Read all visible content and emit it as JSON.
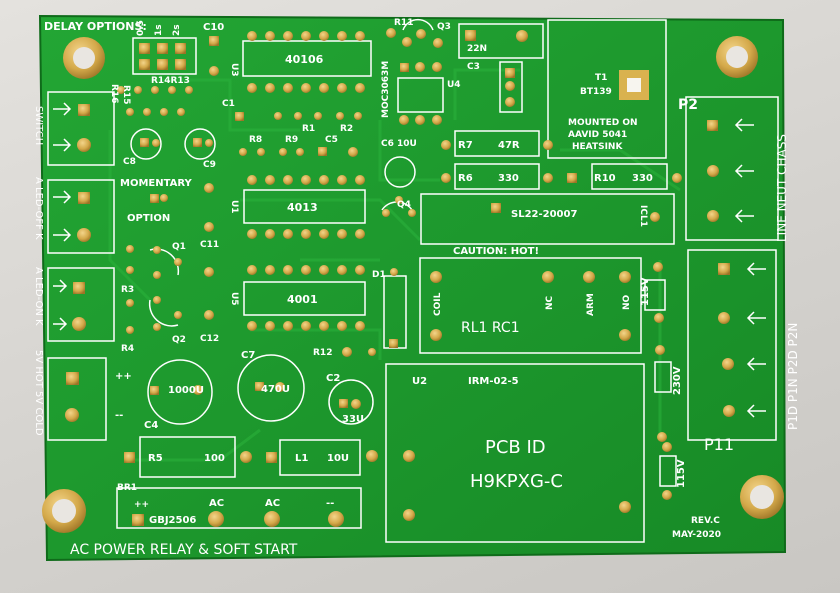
{
  "board": {
    "title": "AC POWER RELAY & SOFT START",
    "revision": "REV.C",
    "date": "MAY-2020",
    "pcb_id_line1": "PCB ID",
    "pcb_id_line2": "H9KPXG-C",
    "colors": {
      "soldermask": "#1f9a2f",
      "silkscreen": "#ffffff",
      "pads": "#d4a94a",
      "background": "#dcdad6"
    }
  },
  "delay": {
    "label": "DELAY OPTIONS:",
    "opt1": "0.5",
    "opt2": "1s",
    "opt3": "2s"
  },
  "refs": {
    "r16": "R16",
    "r15": "R15",
    "r14r13": "R14R13",
    "c10": "C10",
    "r11": "R11",
    "q3": "Q3",
    "u3": "U3",
    "ic_u3": "40106",
    "u4": "U4",
    "moc": "MOC3063M",
    "c3": "C3",
    "c3val": "22N",
    "t1": "T1",
    "t1part": "BT139",
    "heatsink1": "MOUNTED ON",
    "heatsink2": "AAVID 5041",
    "heatsink3": "HEATSINK",
    "p2": "P2",
    "chassis": "LINE NEUT CHASS",
    "c1": "C1",
    "r1": "R1",
    "r2": "R2",
    "r8": "R8",
    "r9": "R9",
    "c5": "C5",
    "c6": "C6 10U",
    "r7": "R7",
    "r7val": "47R",
    "r6": "R6",
    "r6val": "330",
    "r10": "R10",
    "r10val": "330",
    "c8": "C8",
    "c9": "C9",
    "switch": "SWITCH",
    "momentary": "MOMENTARY",
    "option": "OPTION",
    "u1": "U1",
    "ic_u1": "4013",
    "q4": "Q4",
    "icl": "SL22-20007",
    "icl1": "ICL1",
    "caution": "CAUTION: HOT!",
    "ledoff": "A LED-OFF K",
    "ledon": "A LED-ON K",
    "c11": "C11",
    "q1": "Q1",
    "r3": "R3",
    "r4": "R4",
    "q2": "Q2",
    "c12": "C12",
    "u5": "U5",
    "ic_u5": "4001",
    "d1": "D1",
    "coil": "COIL",
    "relay": "RL1 RC1",
    "nc": "NC",
    "arm": "ARM",
    "no": "NO",
    "v115a": "115V",
    "v230": "230V",
    "v115b": "115V",
    "p11": "P11",
    "ppins": "P1D P1N P2D P2N",
    "supply": "5V HOT 5V COLD",
    "pp": "++",
    "mm": "--",
    "c4": "C4",
    "c4val": "1000U",
    "c7": "C7",
    "c7val": "470U",
    "r12": "R12",
    "c2": "C2",
    "c2val": "33U",
    "u2": "U2",
    "psu": "IRM-02-5",
    "r5": "R5",
    "r5val": "100",
    "l1": "L1",
    "l1val": "10U",
    "br1": "BR1",
    "br_part": "GBJ2506",
    "ac1": "AC",
    "ac2": "AC",
    "brp": "++",
    "brm": "--"
  }
}
